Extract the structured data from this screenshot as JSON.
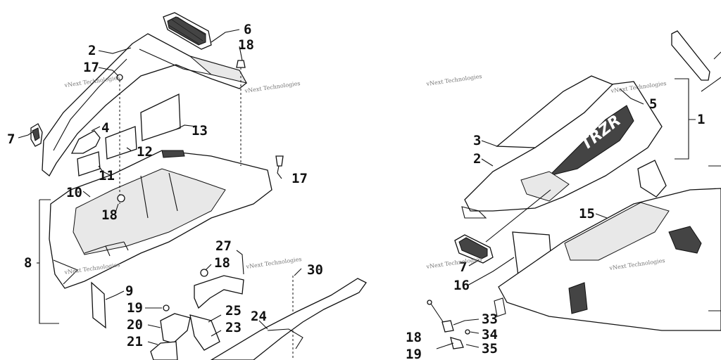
{
  "callouts": {
    "c1": "1",
    "c2a": "2",
    "c2b": "2",
    "c3": "3",
    "c4": "4",
    "c5": "5",
    "c6": "6",
    "c7a": "7",
    "c7b": "7",
    "c8": "8",
    "c9": "9",
    "c10": "10",
    "c11": "11",
    "c12": "12",
    "c13": "13",
    "c15": "15",
    "c16": "16",
    "c17a": "17",
    "c17b": "17",
    "c18a": "18",
    "c18b": "18",
    "c18c": "18",
    "c18d": "18",
    "c19a": "19",
    "c19b": "19",
    "c20": "20",
    "c21": "21",
    "c23": "23",
    "c24": "24",
    "c25": "25",
    "c27": "27",
    "c30": "30",
    "c33": "33",
    "c34": "34",
    "c35": "35"
  },
  "watermark": "vNext Technologies",
  "decal_text": "TRZR"
}
